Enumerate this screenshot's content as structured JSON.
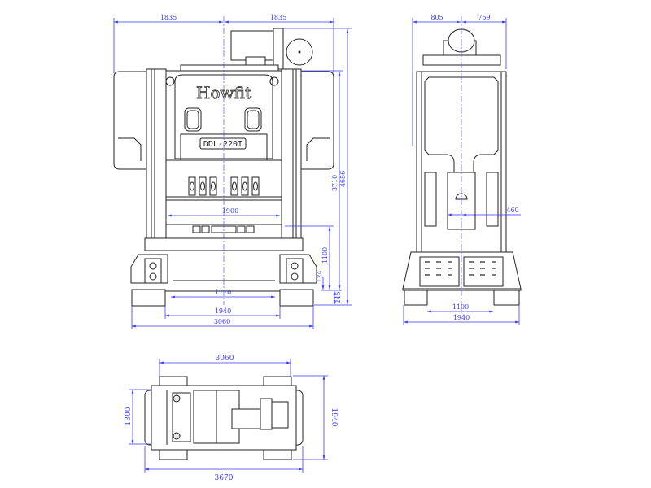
{
  "drawing": {
    "brand": "Howfit",
    "model": "DDL-220T",
    "line_color": "#222222",
    "dimension_color": "#3a3aff"
  },
  "front_view": {
    "dims": {
      "half_width_left": "1835",
      "half_width_right": "1835",
      "bolster_width": "1900",
      "inner_base_width": "1770",
      "base_span": "1940",
      "total_width": "3060",
      "height_3710": "3710",
      "height_4656": "4656",
      "bolster_height": "1100",
      "dim_124": "124",
      "dim_245": "245"
    }
  },
  "side_view": {
    "dims": {
      "left_offset": "805",
      "right_offset": "759",
      "slide_depth": "460",
      "base_inner": "1100",
      "base_total": "1940"
    }
  },
  "top_view": {
    "dims": {
      "feet_span": "3060",
      "body_depth": "1300",
      "total_depth": "1940",
      "total_length": "3670"
    }
  }
}
